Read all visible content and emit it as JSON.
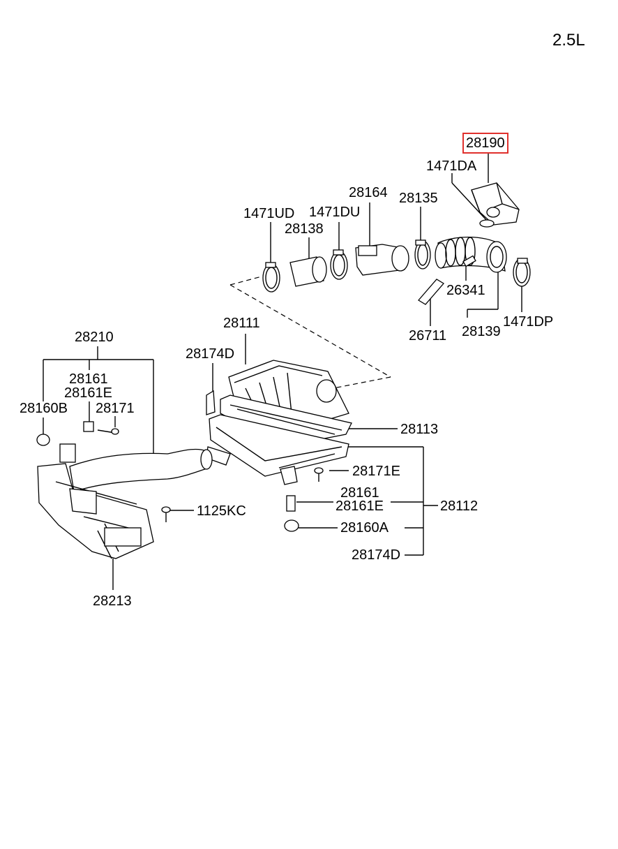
{
  "engine": "2.5L",
  "highlight_color": "#e0302c",
  "labels": {
    "p28190": "28190",
    "p1471DA": "1471DA",
    "p28164": "28164",
    "p28135": "28135",
    "p1471UD": "1471UD",
    "p1471DU": "1471DU",
    "p28138": "28138",
    "p26341": "26341",
    "p28139": "28139",
    "p1471DP": "1471DP",
    "p26711": "26711",
    "p28210": "28210",
    "p28111": "28111",
    "p28174D_top": "28174D",
    "p28161_left": "28161",
    "p28161E_left": "28161E",
    "p28160B": "28160B",
    "p28171": "28171",
    "p28113": "28113",
    "p28171E": "28171E",
    "p28161_right": "28161",
    "p28161E_right": "28161E",
    "p28112": "28112",
    "p1125KC": "1125KC",
    "p28160A": "28160A",
    "p28174D_bottom": "28174D",
    "p28213": "28213"
  }
}
